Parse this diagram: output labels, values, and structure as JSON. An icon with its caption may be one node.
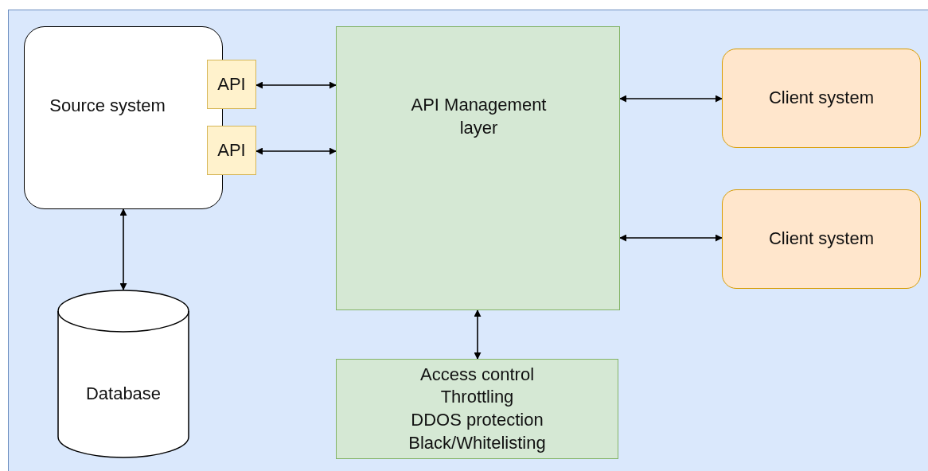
{
  "diagram": {
    "nodes": [
      {
        "text": [
          "Source system"
        ]
      },
      {
        "text": [
          "API"
        ]
      },
      {
        "text": [
          "API"
        ]
      },
      {
        "text": [
          "Database"
        ]
      },
      {
        "text": [
          "API Management layer"
        ]
      },
      {
        "text": [
          "Client system"
        ]
      },
      {
        "text": [
          "Client system"
        ]
      },
      {
        "text": [
          "Access control",
          "Throttling",
          "DDOS protection",
          "Black/Whitelisting"
        ]
      }
    ],
    "edges": [
      {
        "from": 1,
        "to": 4,
        "arrow": "both"
      },
      {
        "from": 2,
        "to": 4,
        "arrow": "both"
      },
      {
        "from": 4,
        "to": 5,
        "arrow": "both"
      },
      {
        "from": 4,
        "to": 6,
        "arrow": "both"
      },
      {
        "from": 0,
        "to": 3,
        "arrow": "both"
      },
      {
        "from": 4,
        "to": 7,
        "arrow": "both"
      }
    ]
  }
}
